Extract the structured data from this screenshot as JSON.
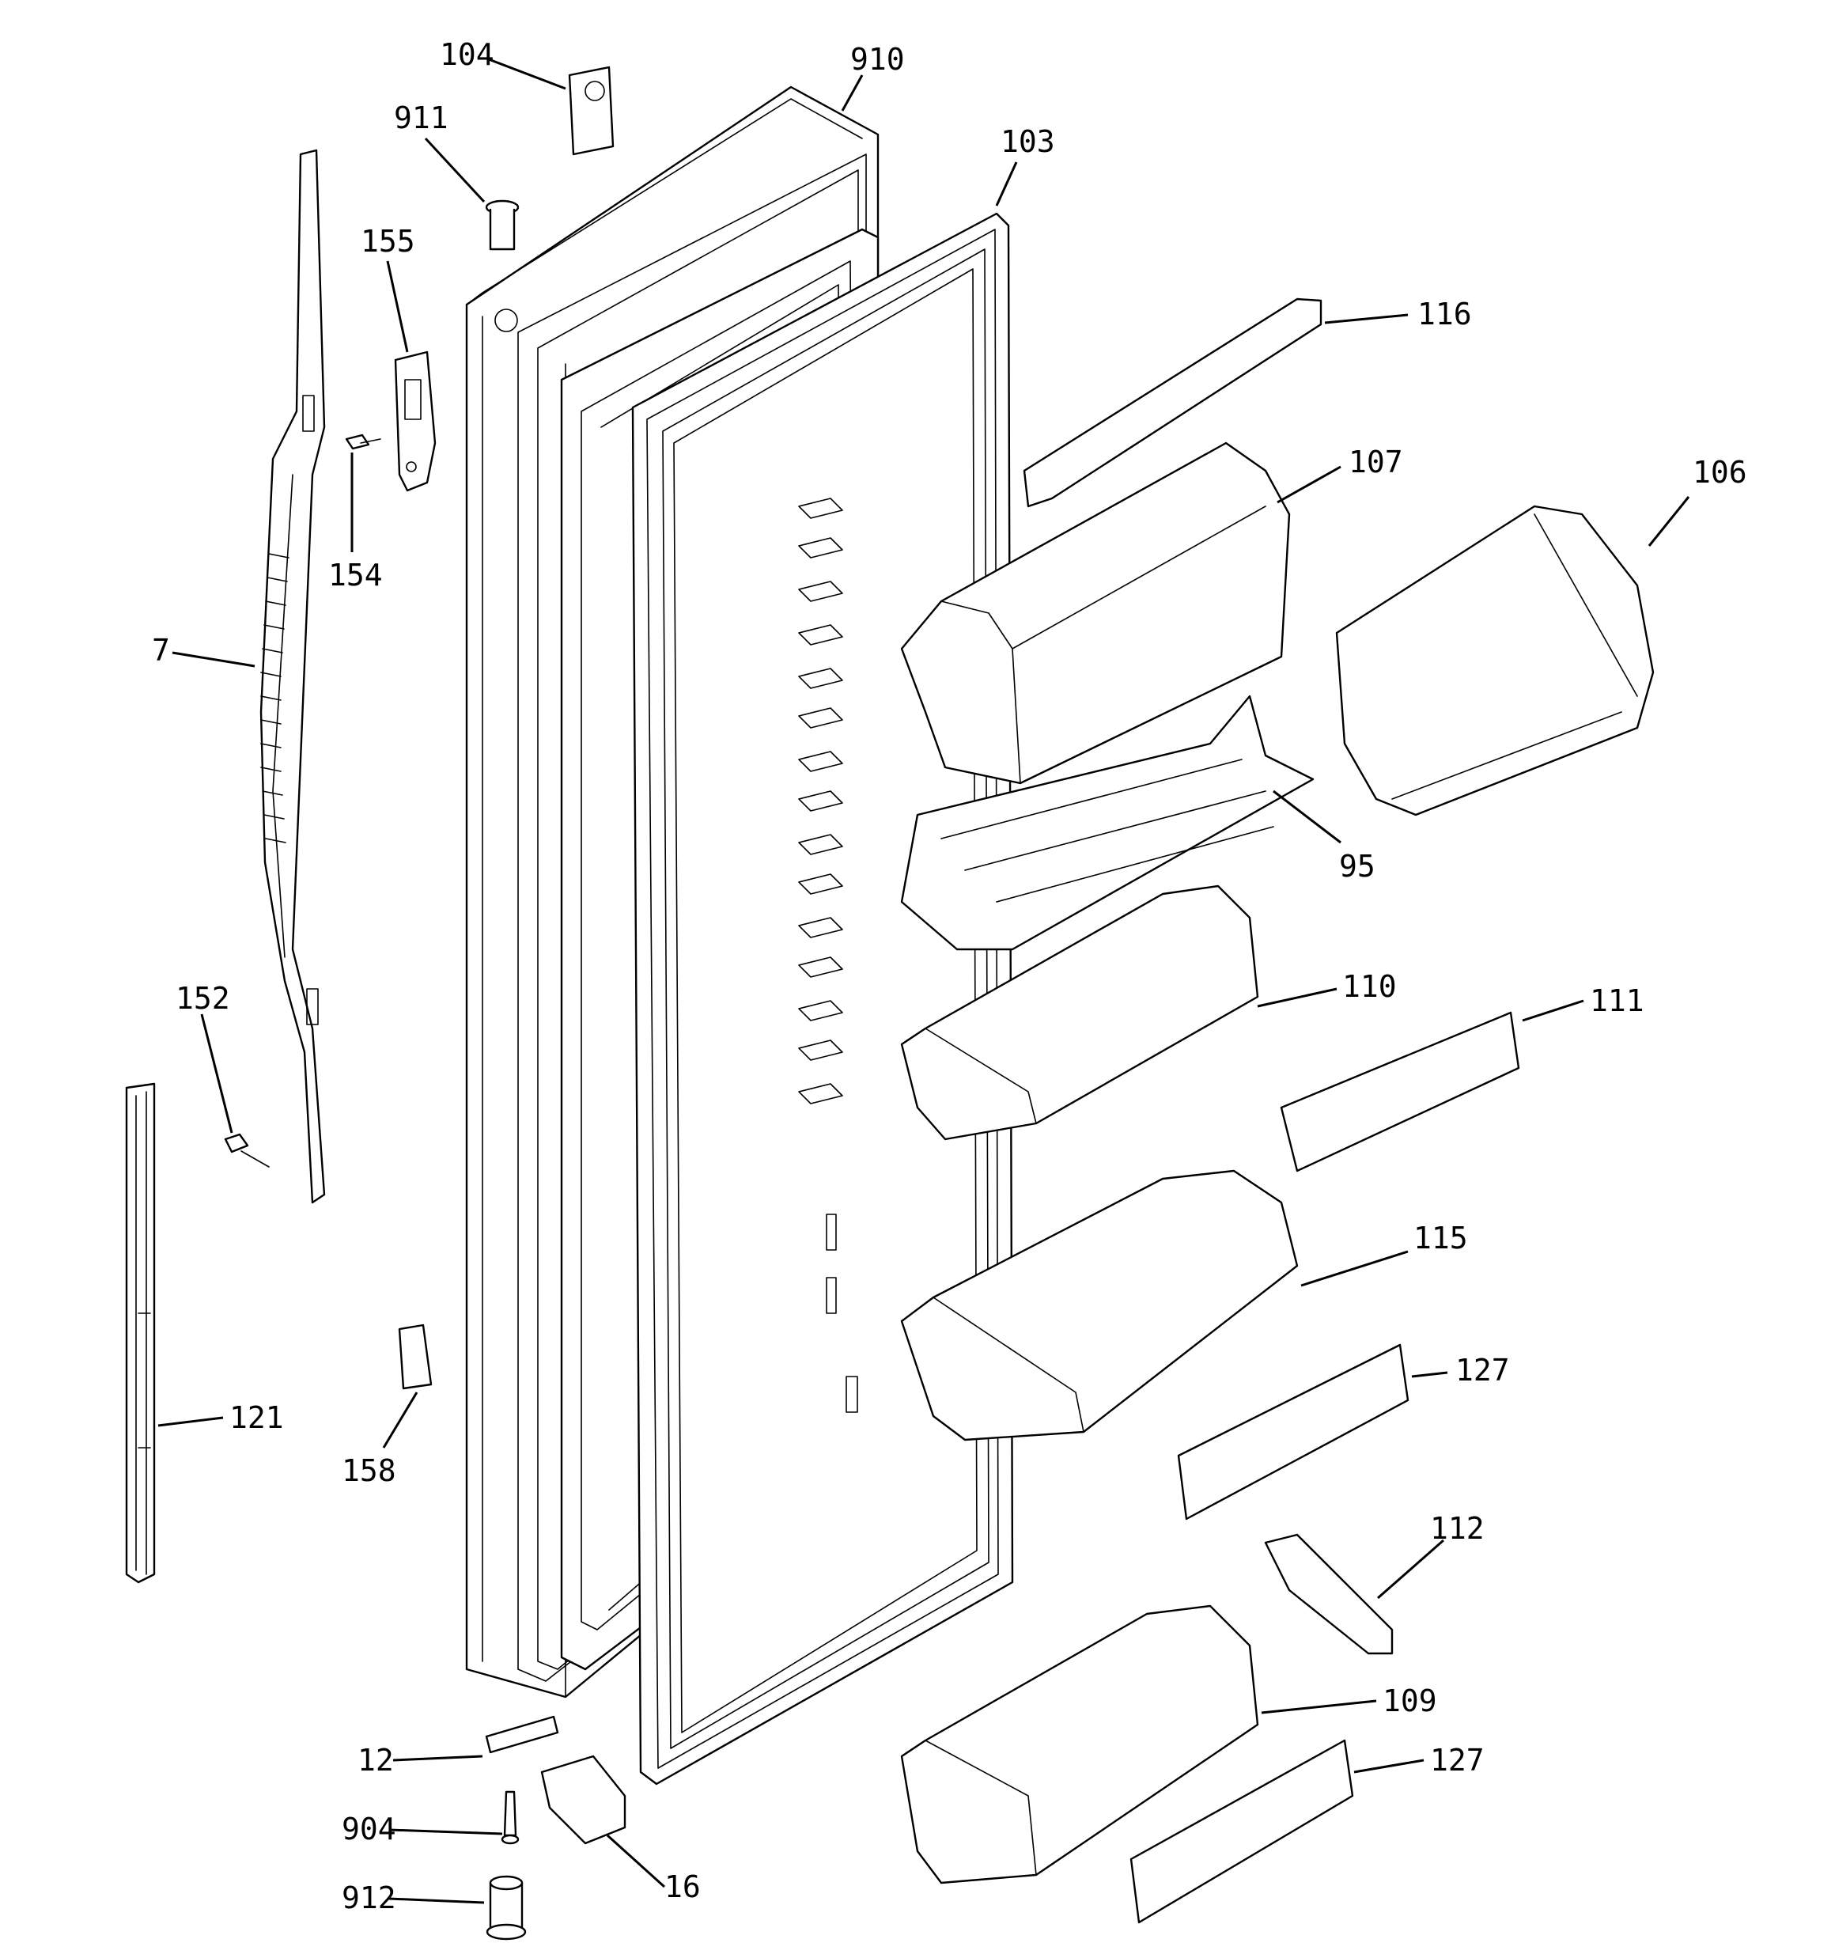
{
  "callouts": [
    {
      "id": "c104",
      "text": "104"
    },
    {
      "id": "c910",
      "text": "910"
    },
    {
      "id": "c911",
      "text": "911"
    },
    {
      "id": "c103",
      "text": "103"
    },
    {
      "id": "c155",
      "text": "155"
    },
    {
      "id": "c116",
      "text": "116"
    },
    {
      "id": "c107",
      "text": "107"
    },
    {
      "id": "c106",
      "text": "106"
    },
    {
      "id": "c154",
      "text": "154"
    },
    {
      "id": "c7",
      "text": "7"
    },
    {
      "id": "c95",
      "text": "95"
    },
    {
      "id": "c152",
      "text": "152"
    },
    {
      "id": "c110",
      "text": "110"
    },
    {
      "id": "c111",
      "text": "111"
    },
    {
      "id": "c115",
      "text": "115"
    },
    {
      "id": "c121",
      "text": "121"
    },
    {
      "id": "c127a",
      "text": "127"
    },
    {
      "id": "c158",
      "text": "158"
    },
    {
      "id": "c112",
      "text": "112"
    },
    {
      "id": "c109",
      "text": "109"
    },
    {
      "id": "c12",
      "text": "12"
    },
    {
      "id": "c127b",
      "text": "127"
    },
    {
      "id": "c904",
      "text": "904"
    },
    {
      "id": "c16",
      "text": "16"
    },
    {
      "id": "c912",
      "text": "912"
    }
  ],
  "colors": {
    "line": "#000000",
    "background": "#ffffff"
  }
}
